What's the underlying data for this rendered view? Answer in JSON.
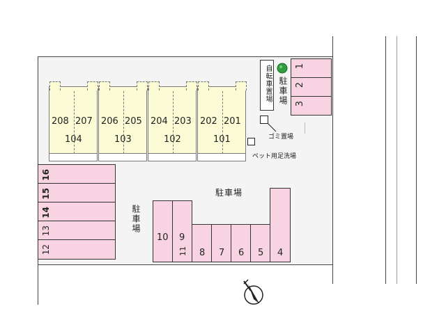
{
  "units": [
    {
      "upper_left": "208",
      "upper_right": "207",
      "lower": "104"
    },
    {
      "upper_left": "206",
      "upper_right": "205",
      "lower": "103"
    },
    {
      "upper_left": "204",
      "upper_right": "203",
      "lower": "102"
    },
    {
      "upper_left": "202",
      "upper_right": "201",
      "lower": "101"
    }
  ],
  "labels": {
    "bicycle_parking": "自転車置場",
    "parking_top": "駐車場",
    "parking_center": "駐車場",
    "parking_left": "駐車場",
    "garbage": "ゴミ置場",
    "pet_wash": "ペット用足洗場"
  },
  "right_spaces": [
    "1",
    "2",
    "3"
  ],
  "left_spaces": [
    "16",
    "15",
    "14",
    "13",
    "12"
  ],
  "center_spaces": [
    "10",
    "9",
    "11",
    "8",
    "7",
    "6",
    "5",
    "4"
  ],
  "colors": {
    "building": "#fbfbd6",
    "parking": "#f8d4e2",
    "tree": "#2e9e3e"
  }
}
